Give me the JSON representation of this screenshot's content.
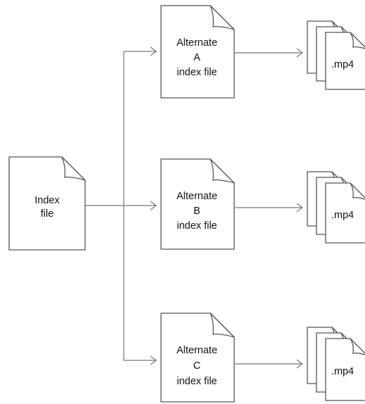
{
  "index_file": {
    "lines": [
      "Index",
      "file"
    ]
  },
  "alternates": [
    {
      "lines": [
        "Alternate",
        "A",
        "index file"
      ],
      "media_label": ".mp4"
    },
    {
      "lines": [
        "Alternate",
        "B",
        "index file"
      ],
      "media_label": ".mp4"
    },
    {
      "lines": [
        "Alternate",
        "C",
        "index file"
      ],
      "media_label": ".mp4"
    }
  ]
}
